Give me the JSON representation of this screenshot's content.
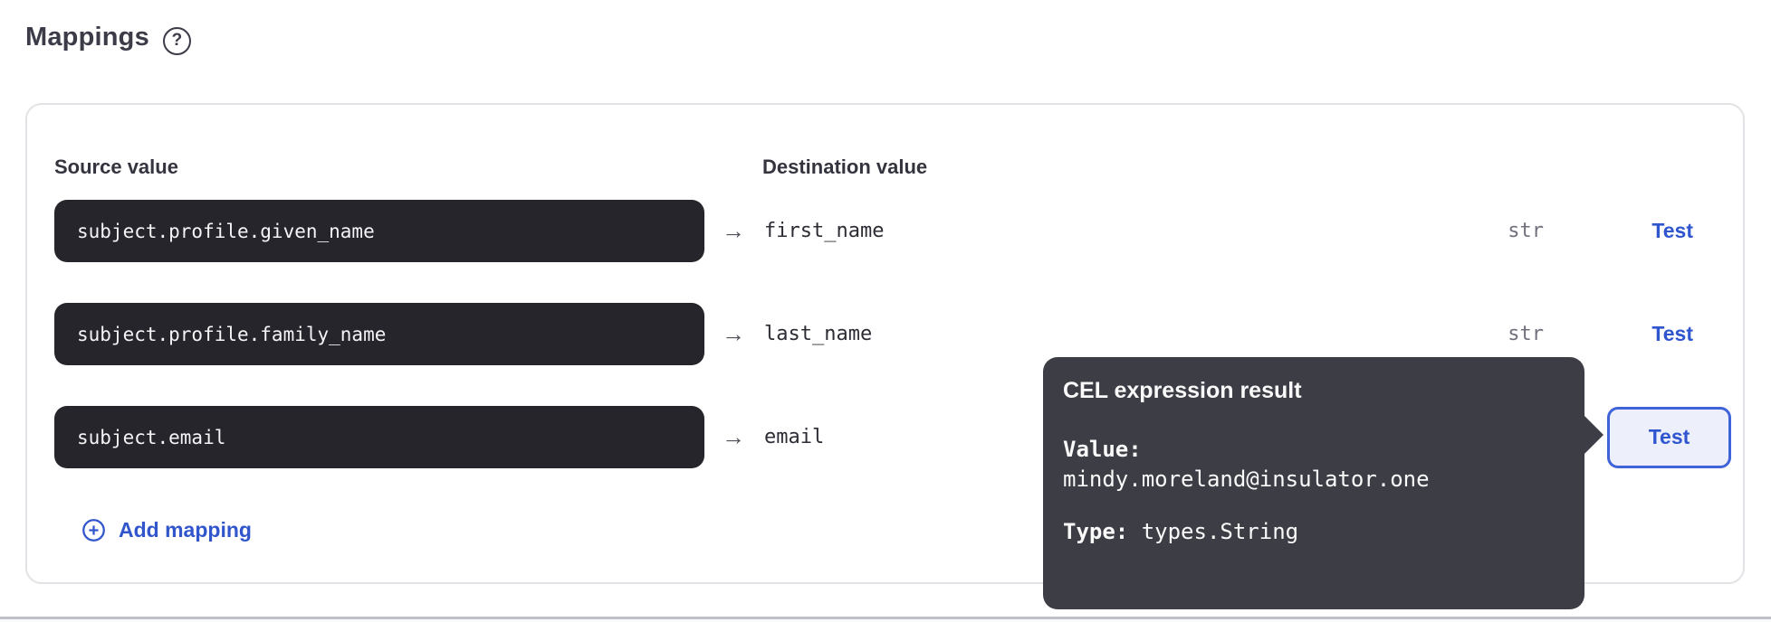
{
  "page": {
    "title": "Mappings",
    "help_glyph": "?"
  },
  "mappings": {
    "arrow_icon": "→",
    "columns": {
      "source": "Source value",
      "destination": "Destination value"
    },
    "rows": [
      {
        "source": "subject.profile.given_name",
        "destination": "first_name",
        "type": "str",
        "test_label": "Test"
      },
      {
        "source": "subject.profile.family_name",
        "destination": "last_name",
        "type": "str",
        "test_label": "Test"
      },
      {
        "source": "subject.email",
        "destination": "email",
        "type": "",
        "test_label": "Test"
      }
    ],
    "add_button_label": "Add mapping"
  },
  "tooltip": {
    "title": "CEL expression result",
    "value_label": "Value:",
    "value": "mindy.moreland@insulator.one",
    "type_label": "Type:",
    "type": "types.String"
  },
  "colors": {
    "accent_blue": "#2f55cf",
    "source_box_bg": "#25252b",
    "tooltip_bg": "#3d3d45",
    "card_border": "#e3e3e7",
    "heading_text": "#3c3c49"
  }
}
